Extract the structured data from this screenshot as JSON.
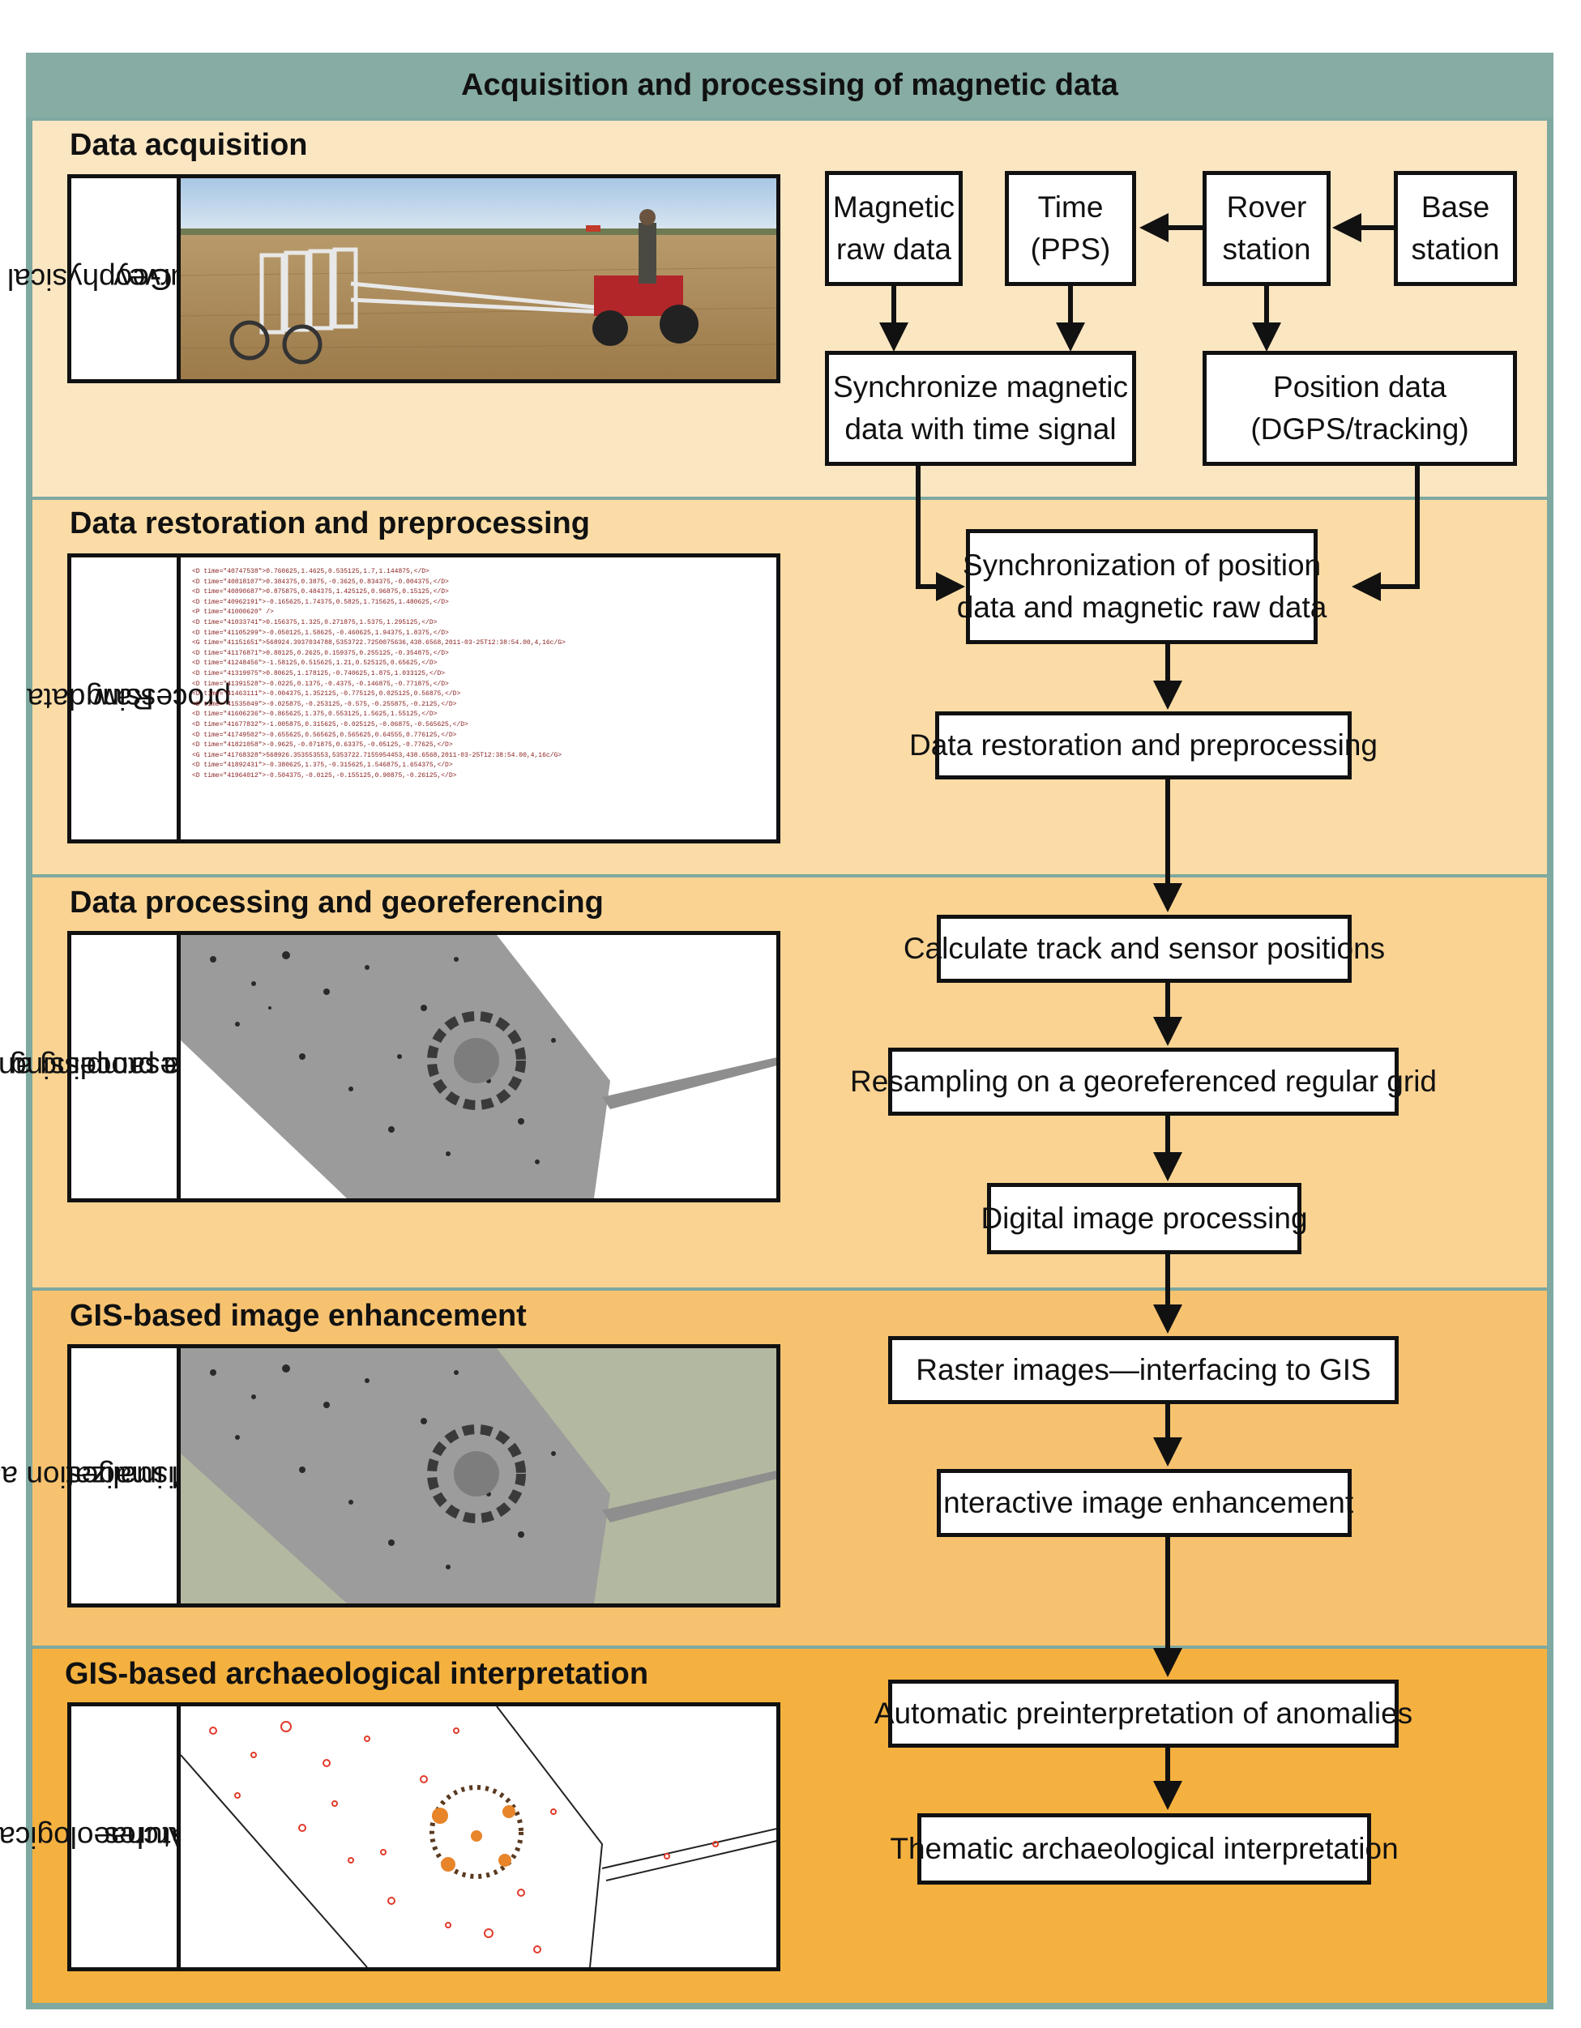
{
  "title": "Acquisition and processing of magnetic data",
  "colors": {
    "frame": "#7ea8a0",
    "section1": "#fbe6c2",
    "section2": "#fbdca6",
    "section3": "#fad392",
    "section4": "#f7c270",
    "section5": "#f5b13f"
  },
  "sections": [
    {
      "title": "Data acquisition",
      "panel_label": [
        "Geophysical",
        "survey"
      ],
      "boxes": {
        "magnetic_raw": [
          "Magnetic",
          "raw data"
        ],
        "time": [
          "Time",
          "(PPS)"
        ],
        "rover": [
          "Rover",
          "station"
        ],
        "base": [
          "Base",
          "station"
        ],
        "sync_magnetic": [
          "Synchronize magnetic",
          "data with time signal"
        ],
        "position": [
          "Position data",
          "(DGPS/tracking)"
        ]
      }
    },
    {
      "title": "Data restoration and preprocessing",
      "panel_label": [
        "Raw data",
        "processing"
      ],
      "boxes": {
        "sync_position": [
          "Synchronization of position",
          "data and magnetic raw data"
        ],
        "restoration": "Data restoration and preprocessing"
      }
    },
    {
      "title": "Data processing and georeferencing",
      "panel_label": [
        "Resampling and",
        "raster data processing"
      ],
      "boxes": {
        "track": "Calculate track and sensor positions",
        "resampling": "Resampling on a georeferenced regular grid",
        "digital": "Digital image processing"
      }
    },
    {
      "title": "GIS-based image enhancement",
      "panel_label": [
        "Visualization as",
        "digital images"
      ],
      "boxes": {
        "raster": "Raster images—interfacing to GIS",
        "interactive": "Interactive image enhancement"
      }
    },
    {
      "title": "GIS-based archaeological interpretation",
      "panel_label": [
        "Archaeological",
        "features"
      ],
      "boxes": {
        "automatic": "Automatic preinterpretation of anomalies",
        "thematic": "Thematic archaeological interpretation"
      }
    }
  ]
}
